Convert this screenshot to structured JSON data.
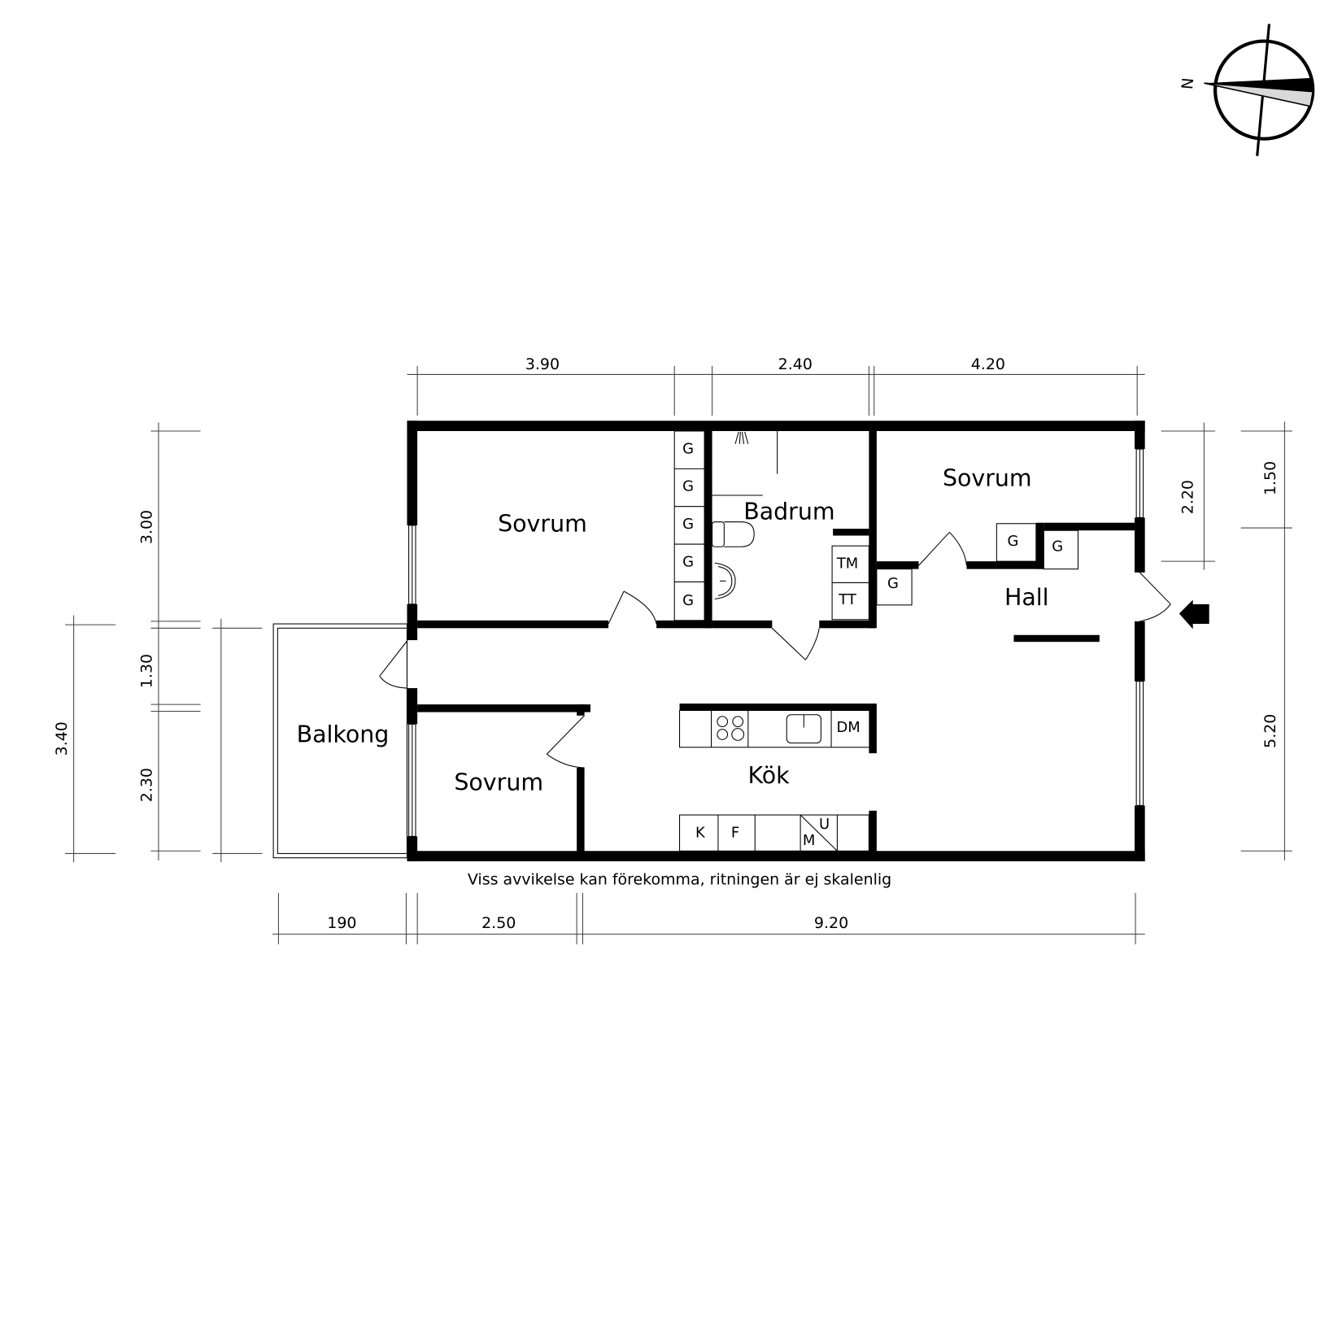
{
  "colors": {
    "wall": "#000000",
    "background": "#ffffff",
    "dimension_line": "#444444",
    "compass_fill": "#000000",
    "compass_shade": "#d9d9d9"
  },
  "compass": {
    "label": "N",
    "icon": "north-arrow-compass-icon"
  },
  "entrance": {
    "icon": "entrance-arrow-icon"
  },
  "rooms": {
    "sovrum_top_left": "Sovrum",
    "badrum": "Badrum",
    "sovrum_top_right": "Sovrum",
    "hall": "Hall",
    "balkong": "Balkong",
    "sovrum_bottom_left": "Sovrum",
    "kok": "Kök"
  },
  "fixtures": {
    "wardrobes_left": [
      "G",
      "G",
      "G",
      "G",
      "G"
    ],
    "wardrobe_hall_left": "G",
    "wardrobe_hall_1": "G",
    "wardrobe_hall_2": "G",
    "washing_machine": "TM",
    "dryer": "TT",
    "dishwasher": "DM",
    "fridge": "K",
    "freezer": "F",
    "microwave": "M",
    "oven": "U"
  },
  "dimensions": {
    "top": [
      "3.90",
      "2.40",
      "4.20"
    ],
    "bottom": [
      "190",
      "2.50",
      "9.20"
    ],
    "left_outer": "3.40",
    "left_inner": [
      "3.00",
      "1.30",
      "2.30"
    ],
    "right_inner": "2.20",
    "right_outer": [
      "1.50",
      "5.20"
    ]
  },
  "note": "Viss avvikelse kan förekomma, ritningen är ej skalenlig"
}
